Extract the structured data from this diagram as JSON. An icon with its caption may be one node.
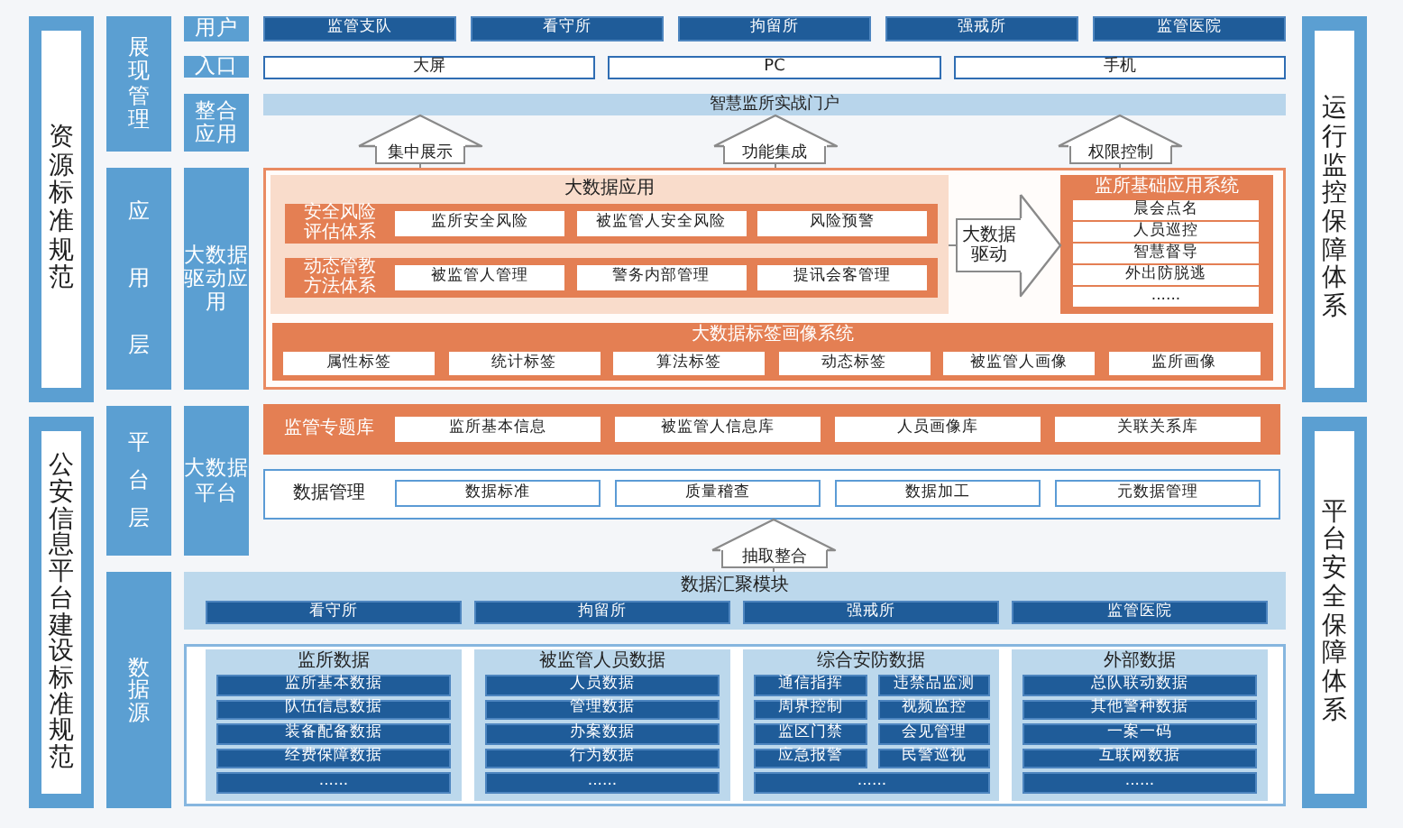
{
  "diagram": {
    "nodes": [
      {
        "text": [
          "资源标准规范"
        ]
      },
      {
        "text": [
          "公安信息平台建设标准规范"
        ]
      },
      {
        "text": [
          "运行监控保障体系"
        ]
      },
      {
        "text": [
          "平台安全保障体系"
        ]
      },
      {
        "text": [
          "展现管理"
        ]
      },
      {
        "text": [
          "用户"
        ]
      },
      {
        "text": [
          "监管支队"
        ]
      },
      {
        "text": [
          "看守所"
        ]
      },
      {
        "text": [
          "拘留所"
        ]
      },
      {
        "text": [
          "强戒所"
        ]
      },
      {
        "text": [
          "监管医院"
        ]
      },
      {
        "text": [
          "入口"
        ]
      },
      {
        "text": [
          "大屏"
        ]
      },
      {
        "text": [
          "PC"
        ]
      },
      {
        "text": [
          "手机"
        ]
      },
      {
        "text": [
          "整合应用"
        ]
      },
      {
        "text": [
          "智慧监所实战门户"
        ]
      },
      {
        "text": [
          "应用层"
        ]
      },
      {
        "text": [
          "大数据驱动应用"
        ]
      },
      {
        "text": [],
        "shape": "box"
      },
      {
        "text": [
          "大数据应用"
        ],
        "in": 19
      },
      {
        "text": [
          "安全风险评估体系"
        ],
        "in": 20
      },
      {
        "text": [
          "监所安全风险"
        ],
        "in": 21
      },
      {
        "text": [
          "被监管人安全风险"
        ],
        "in": 21
      },
      {
        "text": [
          "风险预警"
        ],
        "in": 21
      },
      {
        "text": [
          "动态管教方法体系"
        ],
        "in": 20
      },
      {
        "text": [
          "被监管人管理"
        ],
        "in": 25
      },
      {
        "text": [
          "警务内部管理"
        ],
        "in": 25
      },
      {
        "text": [
          "提讯会客管理"
        ],
        "in": 25
      },
      {
        "text": [
          "监所基础应用系统"
        ],
        "in": 19
      },
      {
        "text": [
          "晨会点名"
        ],
        "in": 29
      },
      {
        "text": [
          "人员巡控"
        ],
        "in": 29
      },
      {
        "text": [
          "智慧督导"
        ],
        "in": 29
      },
      {
        "text": [
          "外出防脱逃"
        ],
        "in": 29
      },
      {
        "text": [
          "......"
        ],
        "in": 29
      },
      {
        "text": [
          "大数据标签画像系统"
        ],
        "in": 19
      },
      {
        "text": [
          "属性标签"
        ],
        "in": 35
      },
      {
        "text": [
          "统计标签"
        ],
        "in": 35
      },
      {
        "text": [
          "算法标签"
        ],
        "in": 35
      },
      {
        "text": [
          "动态标签"
        ],
        "in": 35
      },
      {
        "text": [
          "被监管人画像"
        ],
        "in": 35
      },
      {
        "text": [
          "监所画像"
        ],
        "in": 35
      },
      {
        "text": [
          "平台层"
        ]
      },
      {
        "text": [
          "大数据平台"
        ]
      },
      {
        "text": [
          "监管专题库"
        ]
      },
      {
        "text": [
          "监所基本信息"
        ],
        "in": 44
      },
      {
        "text": [
          "被监管人信息库"
        ],
        "in": 44
      },
      {
        "text": [
          "人员画像库"
        ],
        "in": 44
      },
      {
        "text": [
          "关联关系库"
        ],
        "in": 44
      },
      {
        "text": [
          "数据管理"
        ]
      },
      {
        "text": [
          "数据标准"
        ],
        "in": 49
      },
      {
        "text": [
          "质量稽查"
        ],
        "in": 49
      },
      {
        "text": [
          "数据加工"
        ],
        "in": 49
      },
      {
        "text": [
          "元数据管理"
        ],
        "in": 49
      },
      {
        "text": [
          "数据源"
        ]
      },
      {
        "text": [
          "数据汇聚模块"
        ]
      },
      {
        "text": [
          "看守所"
        ],
        "in": 55
      },
      {
        "text": [
          "拘留所"
        ],
        "in": 55
      },
      {
        "text": [
          "强戒所"
        ],
        "in": 55
      },
      {
        "text": [
          "监管医院"
        ],
        "in": 55
      },
      {
        "text": [],
        "shape": "box"
      },
      {
        "text": [
          "监所数据"
        ],
        "in": 60
      },
      {
        "text": [
          "监所基本数据"
        ],
        "in": 61
      },
      {
        "text": [
          "队伍信息数据"
        ],
        "in": 61
      },
      {
        "text": [
          "装备配备数据"
        ],
        "in": 61
      },
      {
        "text": [
          "经费保障数据"
        ],
        "in": 61
      },
      {
        "text": [
          "......"
        ],
        "in": 61
      },
      {
        "text": [
          "被监管人员数据"
        ],
        "in": 60
      },
      {
        "text": [
          "人员数据"
        ],
        "in": 67
      },
      {
        "text": [
          "管理数据"
        ],
        "in": 67
      },
      {
        "text": [
          "办案数据"
        ],
        "in": 67
      },
      {
        "text": [
          "行为数据"
        ],
        "in": 67
      },
      {
        "text": [
          "......"
        ],
        "in": 67
      },
      {
        "text": [
          "综合安防数据"
        ],
        "in": 60
      },
      {
        "text": [
          "通信指挥"
        ],
        "in": 73
      },
      {
        "text": [
          "违禁品监测"
        ],
        "in": 73
      },
      {
        "text": [
          "周界控制"
        ],
        "in": 73
      },
      {
        "text": [
          "视频监控"
        ],
        "in": 73
      },
      {
        "text": [
          "监区门禁"
        ],
        "in": 73
      },
      {
        "text": [
          "会见管理"
        ],
        "in": 73
      },
      {
        "text": [
          "应急报警"
        ],
        "in": 73
      },
      {
        "text": [
          "民警巡视"
        ],
        "in": 73
      },
      {
        "text": [
          "......"
        ],
        "in": 73
      },
      {
        "text": [
          "外部数据"
        ],
        "in": 60
      },
      {
        "text": [
          "总队联动数据"
        ],
        "in": 83
      },
      {
        "text": [
          "其他警种数据"
        ],
        "in": 83
      },
      {
        "text": [
          "一案一码"
        ],
        "in": 83
      },
      {
        "text": [
          "互联网数据"
        ],
        "in": 83
      },
      {
        "text": [
          "......"
        ],
        "in": 83
      }
    ],
    "edges": [
      {
        "from": 19,
        "to": 16,
        "arrow": "to",
        "label": "集中展示"
      },
      {
        "from": 19,
        "to": 16,
        "arrow": "to",
        "label": "功能集成"
      },
      {
        "from": 19,
        "to": 16,
        "arrow": "to",
        "label": "权限控制"
      },
      {
        "from": 20,
        "to": 29,
        "arrow": "to",
        "label": "大数据驱动"
      },
      {
        "from": 55,
        "to": 49,
        "arrow": "to",
        "label": "抽取整合"
      }
    ]
  }
}
